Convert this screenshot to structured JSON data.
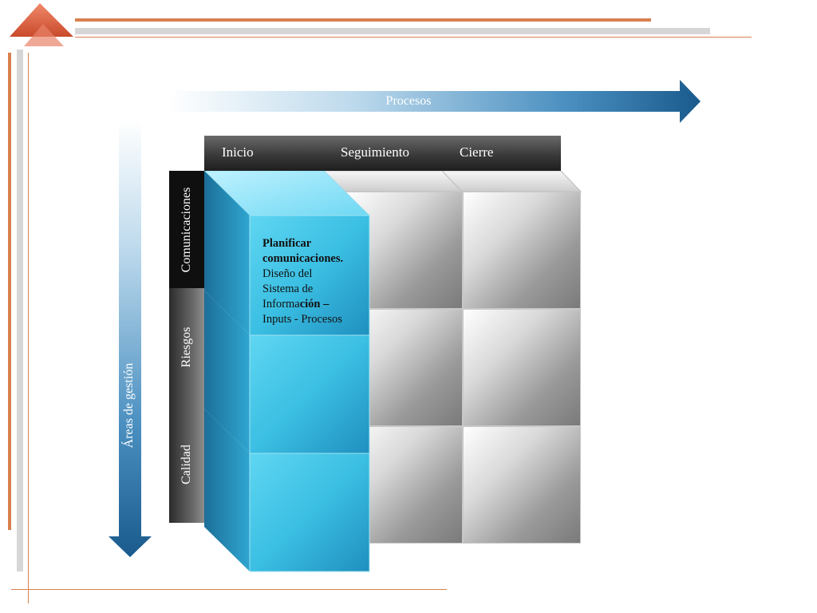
{
  "diagram": {
    "procesos_label": "Procesos",
    "areas_label": "Áreas de gestión",
    "columns": [
      "Inicio",
      "Seguimiento",
      "Cierre"
    ],
    "rows": [
      "Comunicaciones",
      "Riesgos",
      "Calidad"
    ],
    "highlight": {
      "title": "Planificar comunicaciones.",
      "line1": "Diseño del",
      "line2": "Sistema de",
      "line3_a": "Informa",
      "line3_b": "ción –",
      "line4": "Inputs - Procesos"
    }
  },
  "colors": {
    "accent_orange": "#d9804f",
    "arrow_blue": "#1e6496",
    "cube_blue": "#3cc4e6"
  }
}
